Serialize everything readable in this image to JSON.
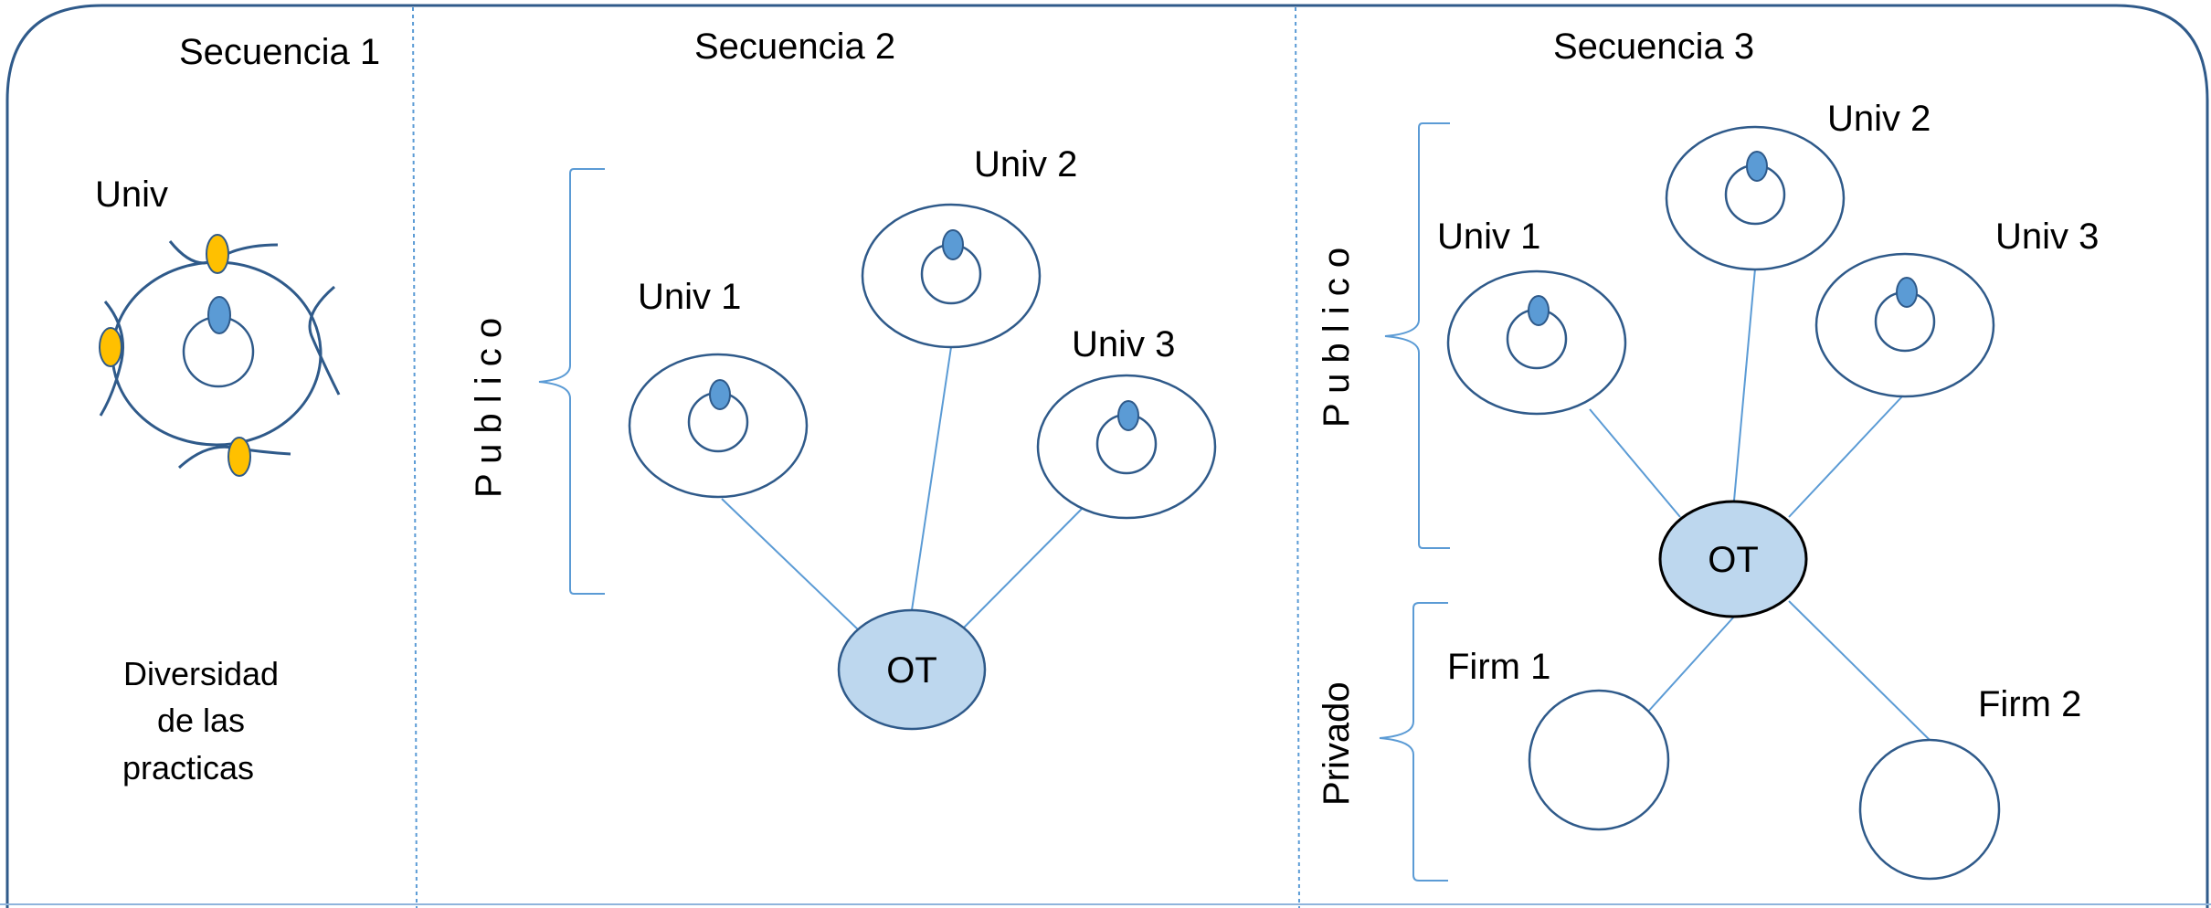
{
  "colors": {
    "frame": "#2f5a8a",
    "line": "#4a86c5",
    "node_fill": "#bdd7ee",
    "dot_blue": "#5b9bd5",
    "dot_yellow": "#ffc000"
  },
  "sections": {
    "seq1": {
      "title": "Secuencia 1",
      "univ_label": "Univ",
      "caption": [
        "Diversidad",
        "de las",
        "practicas"
      ]
    },
    "seq2": {
      "title": "Secuencia 2",
      "side_label": "P u b l i c o",
      "univ1": "Univ 1",
      "univ2": "Univ 2",
      "univ3": "Univ 3",
      "center": "OT"
    },
    "seq3": {
      "title": "Secuencia 3",
      "public_label": "P u b l i c o",
      "private_label": "Privado",
      "univ1": "Univ 1",
      "univ2": "Univ 2",
      "univ3": "Univ 3",
      "center": "OT",
      "firm1": "Firm 1",
      "firm2": "Firm 2"
    }
  }
}
